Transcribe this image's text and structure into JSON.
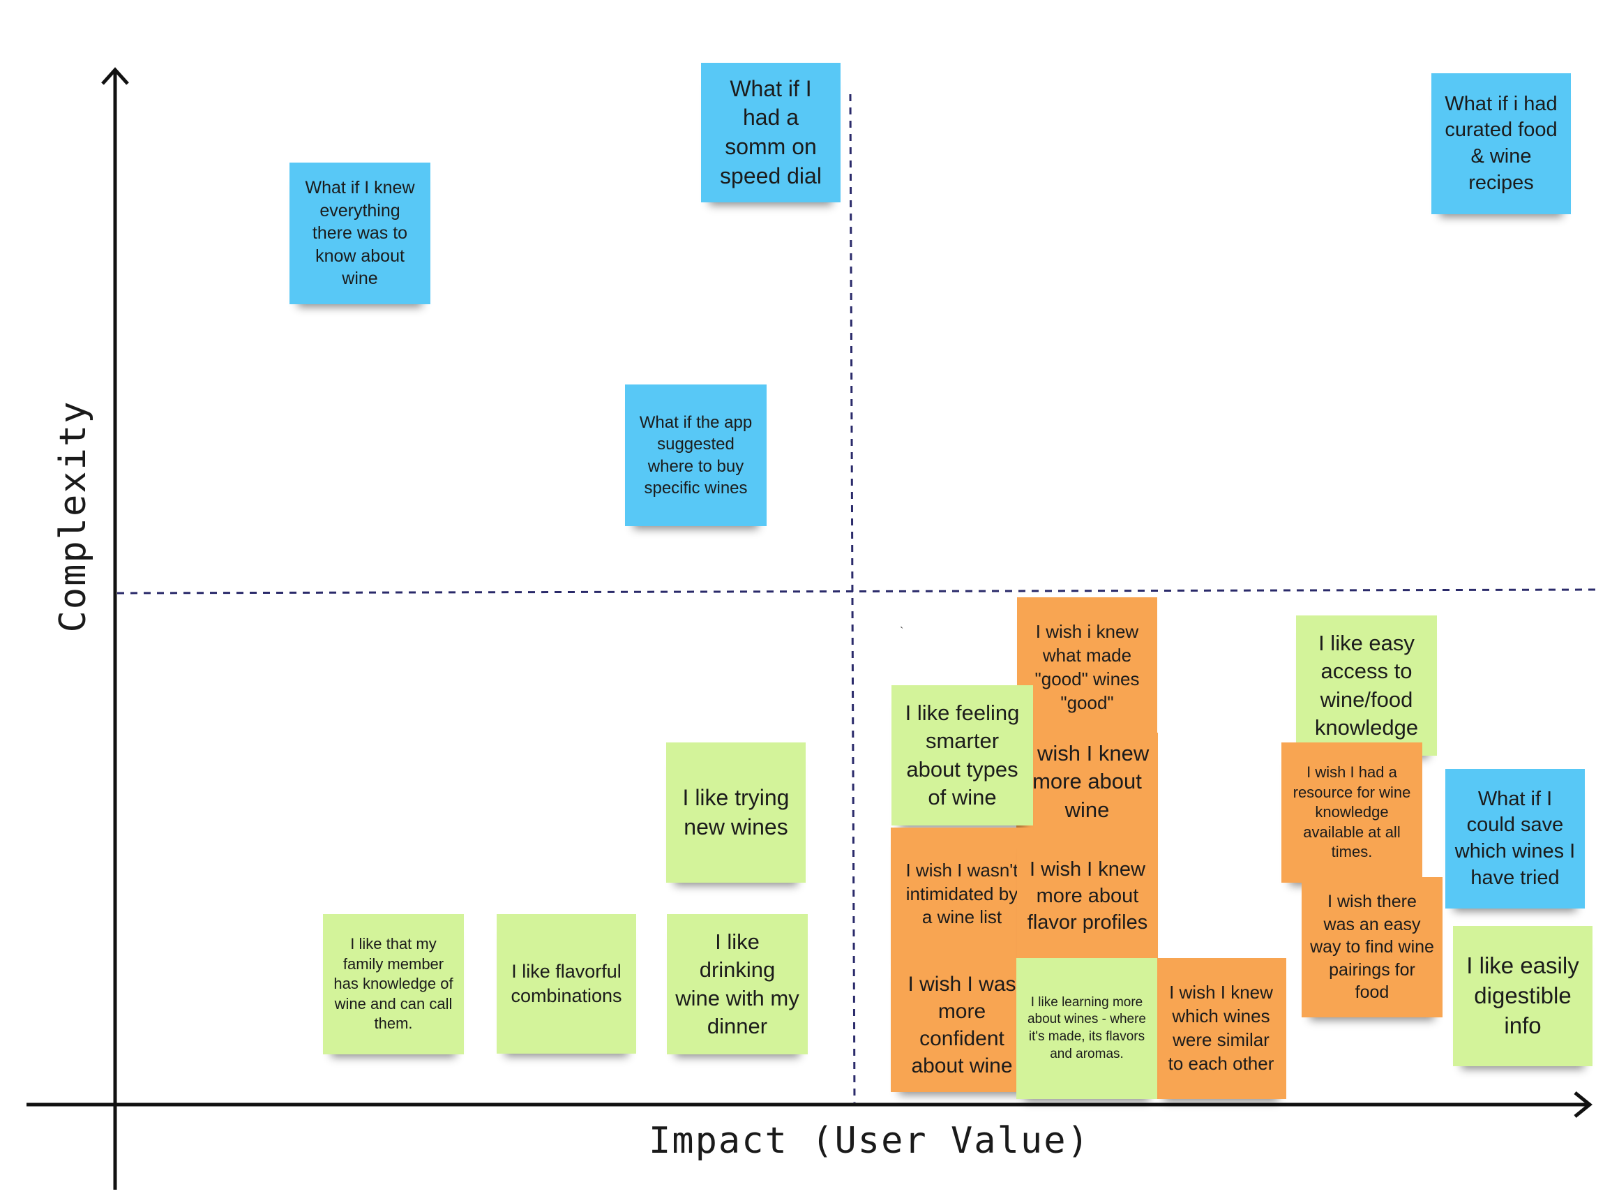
{
  "axes": {
    "x_title": "Impact (User Value)",
    "y_title": "Complexity"
  },
  "colors": {
    "blue": "#58c8f6",
    "green": "#d3f39a",
    "orange": "#f8a552",
    "axis": "#111111",
    "divider": "#2a2a6a"
  },
  "stray_mark": "`",
  "notes": [
    {
      "id": "somm",
      "color": "blue",
      "text": "What if I had a somm on speed dial"
    },
    {
      "id": "knew-everything",
      "color": "blue",
      "text": "What if I knew everything there was to know about wine"
    },
    {
      "id": "curated-recipes",
      "color": "blue",
      "text": "What if i had curated food & wine recipes"
    },
    {
      "id": "where-to-buy",
      "color": "blue",
      "text": "What if the app suggested where to buy specific wines"
    },
    {
      "id": "good-wines",
      "color": "orange",
      "text": "I wish i knew what made \"good\" wines \"good\""
    },
    {
      "id": "easy-access",
      "color": "green",
      "text": "I like easy access to wine/food knowledge"
    },
    {
      "id": "feeling-smarter",
      "color": "green",
      "text": "I like feeling smarter about types of wine"
    },
    {
      "id": "knew-more",
      "color": "orange",
      "text": "I wish I knew more about wine"
    },
    {
      "id": "trying-new",
      "color": "green",
      "text": "I like trying new wines"
    },
    {
      "id": "resource",
      "color": "orange",
      "text": "I wish I had a resource for wine knowledge available at all times."
    },
    {
      "id": "save-wines",
      "color": "blue",
      "text": "What if I could save which wines I have tried"
    },
    {
      "id": "intimidated",
      "color": "orange",
      "text": "I wish I wasn't intimidated by a wine list"
    },
    {
      "id": "flavor-profiles",
      "color": "orange",
      "text": "I wish I knew more about flavor profiles"
    },
    {
      "id": "pairings",
      "color": "orange",
      "text": "I wish there was an easy way to find wine pairings for food"
    },
    {
      "id": "family-member",
      "color": "green",
      "text": "I like that my family member has knowledge of wine and can call them."
    },
    {
      "id": "flavorful",
      "color": "green",
      "text": "I like flavorful combinations"
    },
    {
      "id": "drinking-dinner",
      "color": "green",
      "text": "I like drinking wine with my dinner"
    },
    {
      "id": "digestible",
      "color": "green",
      "text": "I like easily digestible info"
    },
    {
      "id": "confident",
      "color": "orange",
      "text": "I wish I was more confident about wine"
    },
    {
      "id": "learning",
      "color": "green",
      "text": "I like learning more about wines - where it's made, its flavors and aromas."
    },
    {
      "id": "similar",
      "color": "orange",
      "text": "I wish I knew which wines were similar to each other"
    }
  ]
}
